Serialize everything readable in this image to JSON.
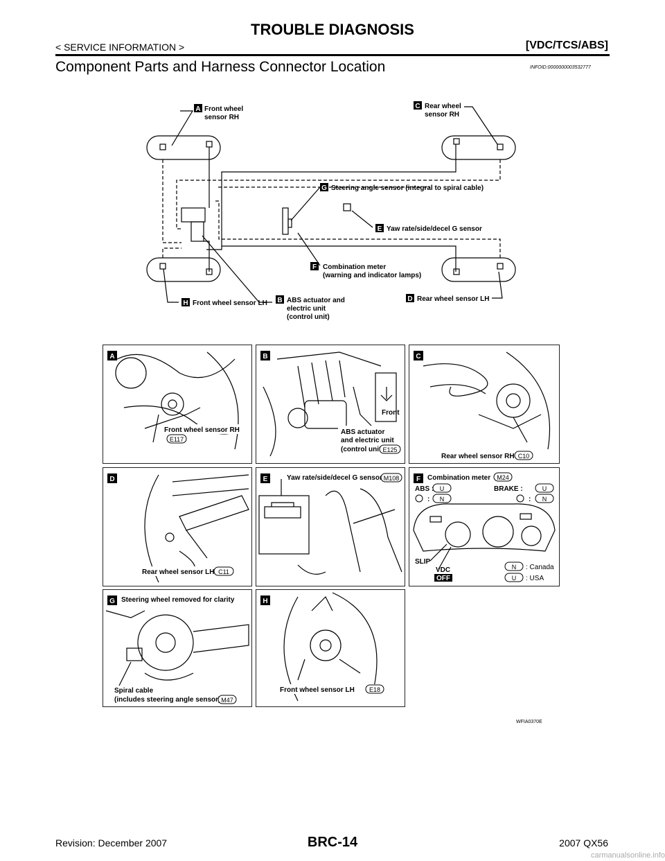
{
  "header": {
    "title": "TROUBLE DIAGNOSIS",
    "left": "< SERVICE INFORMATION >",
    "right": "[VDC/TCS/ABS]"
  },
  "section": {
    "title": "Component Parts and Harness Connector Location",
    "info_id": "INFOID:0000000003532777"
  },
  "overview": {
    "A_tag": "A",
    "A_l1": "Front wheel",
    "A_l2": "sensor RH",
    "C_tag": "C",
    "C_l1": "Rear wheel",
    "C_l2": "sensor RH",
    "G_tag": "G",
    "G_l1": "Steering angle sensor (integral to spiral cable)",
    "E_tag": "E",
    "E_l1": "Yaw rate/side/decel G sensor",
    "F_tag": "F",
    "F_l1": "Combination meter",
    "F_l2": "(warning and indicator lamps)",
    "H_tag": "H",
    "H_l1": "Front wheel sensor LH",
    "B_tag": "B",
    "B_l1": "ABS actuator and",
    "B_l2": "electric unit",
    "B_l3": "(control unit)",
    "D_tag": "D",
    "D_l1": "Rear wheel sensor LH"
  },
  "panels": {
    "a": {
      "tag": "A",
      "label": "Front wheel sensor RH",
      "connector": "E117"
    },
    "b": {
      "tag": "B",
      "front": "Front",
      "l1": "ABS actuator",
      "l2": "and electric unit",
      "l3": "(control unit)",
      "connector": "E125"
    },
    "c": {
      "tag": "C",
      "label": "Rear wheel sensor RH",
      "connector": "C10"
    },
    "d": {
      "tag": "D",
      "label": "Rear wheel sensor LH",
      "connector": "C11"
    },
    "e": {
      "tag": "E",
      "label": "Yaw rate/side/decel G sensor",
      "connector": "M108"
    },
    "f": {
      "tag": "F",
      "label": "Combination meter",
      "connector": "M24",
      "abs": "ABS :",
      "u": "U",
      "n": "N",
      "colon": ":",
      "brake": "BRAKE :",
      "slip": "SLIP",
      "vdc": "VDC",
      "off": "OFF",
      "canada": ": Canada",
      "usa": ": USA"
    },
    "g": {
      "tag": "G",
      "label": "Steering wheel removed for clarity",
      "l1": "Spiral cable",
      "l2": "(includes steering angle sensor)",
      "connector": "M47"
    },
    "h": {
      "tag": "H",
      "label": "Front wheel sensor LH",
      "connector": "E18"
    }
  },
  "figure_code": "WFIA0370E",
  "footer": {
    "revision": "Revision: December 2007",
    "page": "BRC-14",
    "model": "2007 QX56",
    "watermark": "carmanualsonline.info"
  }
}
